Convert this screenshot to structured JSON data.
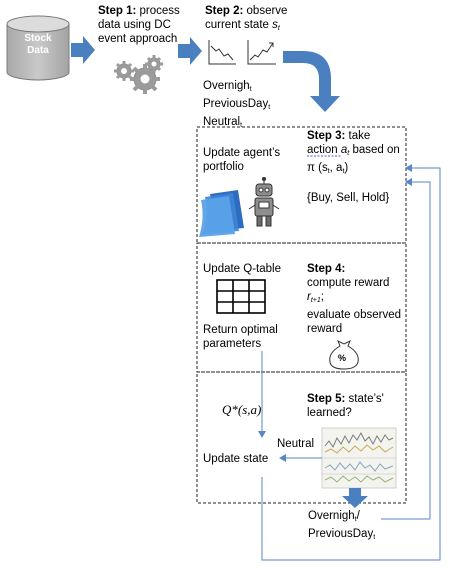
{
  "stock_data": {
    "line1": "Stock",
    "line2": "Data"
  },
  "step1": {
    "label": "Step 1:",
    "line1_rest": " process",
    "line2": "data using DC",
    "line3": "event approach"
  },
  "step2": {
    "label": "Step 2:",
    "line1_rest": " observe",
    "line2_prefix": "current state ",
    "line2_var": "s",
    "line2_sub": "t"
  },
  "states_top": [
    {
      "text": "Overnigh",
      "sub": "t"
    },
    {
      "text": "PreviousDay",
      "sub": "t"
    },
    {
      "text": "Neutral",
      "sub": "t"
    }
  ],
  "box1": {
    "left_line1": "Update agent’s",
    "left_line2": "portfolio",
    "step_label": "Step 3:",
    "step_line1_rest": " take",
    "step_line2_word": "action",
    "step_line2_var": "a",
    "step_line2_sub": "t",
    "step_line2_rest": " based on",
    "step_line3_prefix": "π (s",
    "step_line3_sub1": "t",
    "step_line3_mid": ", a",
    "step_line3_sub2": "t",
    "step_line3_suffix": ")",
    "actions": "{Buy, Sell, Hold}"
  },
  "box2": {
    "left_title": "Update Q-table",
    "left_line2": "Return optimal",
    "left_line3": "parameters",
    "step_label": "Step 4:",
    "step_line2": "compute reward",
    "step_line3_var": "r",
    "step_line3_sub": "t+1",
    "step_line3_suffix": ";",
    "step_line4": "evaluate observed",
    "step_line5": "reward",
    "percent_symbol": "%"
  },
  "box3": {
    "q_formula": "Q*(s,a)",
    "step_label": "Step 5:",
    "step_line1_rest": " state’s'",
    "step_line2": "learned?",
    "neutral": "Neutral",
    "update_state": "Update state"
  },
  "bottom_states": [
    {
      "text": "Overnigh",
      "sub": "t",
      "suffix": "/"
    },
    {
      "text": "PreviousDay",
      "sub": "t",
      "suffix": ""
    }
  ],
  "colors": {
    "arrow_blue": "#4a7fc0",
    "line_blue": "#5b86c6",
    "cylinder_top": "#c8c8c8",
    "gear": "#9b9b9b"
  }
}
